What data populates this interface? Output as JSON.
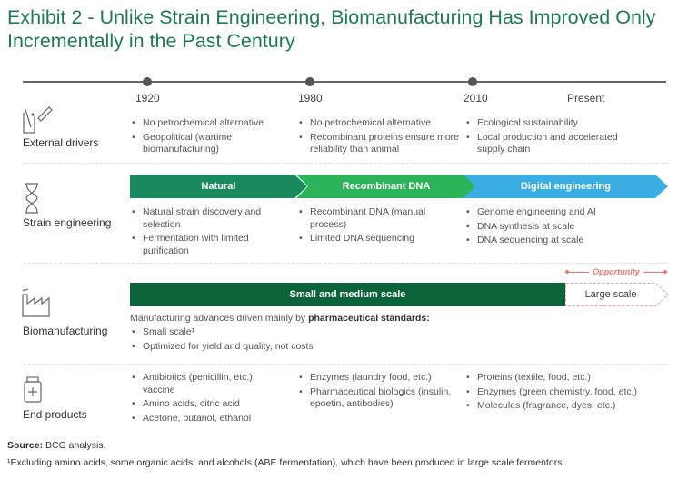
{
  "title": "Exhibit 2 - Unlike Strain Engineering, Biomanufacturing Has Improved Only Incrementally in the Past Century",
  "timeline": {
    "years": [
      "1920",
      "1980",
      "2010",
      "Present"
    ]
  },
  "rows": {
    "external": {
      "label": "External drivers",
      "cols": [
        [
          "No petrochemical alternative",
          "Geopolitical (wartime biomanufacturing)"
        ],
        [
          "No petrochemical alternative",
          "Recombinant proteins ensure more reliability than animal"
        ],
        [
          "Ecological sustainability",
          "Local production and accelerated supply chain"
        ]
      ]
    },
    "strain": {
      "label": "Strain engineering",
      "phases": [
        "Natural",
        "Recombinant DNA",
        "Digital engineering"
      ],
      "colors": [
        "#198a5e",
        "#2db45a",
        "#3aaee2"
      ],
      "cols": [
        [
          "Natural strain discovery and selection",
          "Fermentation with limited purification"
        ],
        [
          "Recombinant DNA (manual process)",
          "Limited DNA sequencing"
        ],
        [
          "Genome engineering and AI",
          "DNA synthesis at scale",
          "DNA sequencing at scale"
        ]
      ]
    },
    "bio": {
      "label": "Biomanufacturing",
      "opportunity": "Opportunity",
      "bar": "Small and medium scale",
      "large": "Large scale",
      "intro_pre": "Manufacturing advances driven mainly by ",
      "intro_bold": "pharmaceutical standards:",
      "bullets": [
        "Small scale¹",
        "Optimized for yield and quality, not costs"
      ]
    },
    "end": {
      "label": "End products",
      "cols": [
        [
          "Antibiotics (penicillin, etc.), vaccine",
          "Amino acids, citric acid",
          "Acetone, butanol, ethanol"
        ],
        [
          "Enzymes (laundry food, etc.)",
          "Pharmaceutical biologics (insulin, epoetin, antibodies)"
        ],
        [
          "Proteins (textile, food, etc.)",
          "Enzymes (green chemistry, food, etc.)",
          "Molecules (fragrance, dyes, etc.)"
        ]
      ]
    }
  },
  "source_label": "Source:",
  "source": " BCG analysis.",
  "footnote": "¹Excluding amino acids, some organic acids, and alcohols (ABE fermentation), which have been produced in large scale fermentors."
}
